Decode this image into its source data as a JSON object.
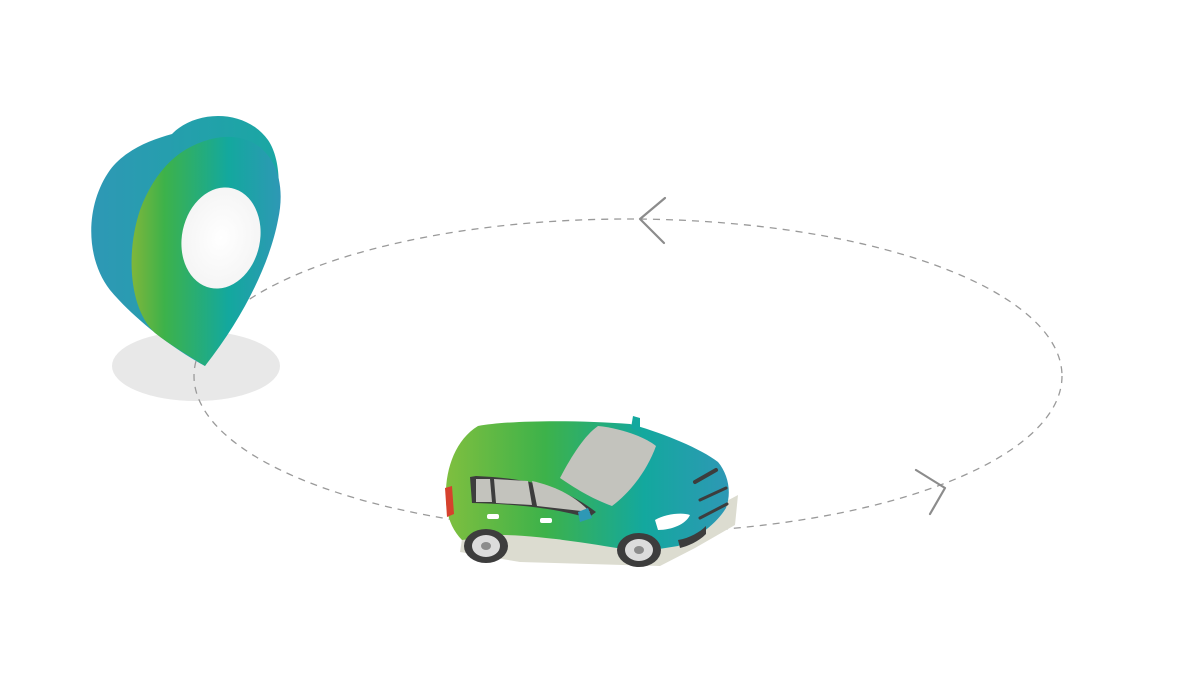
{
  "illustration": {
    "elements": [
      "location-pin",
      "pin-shadow",
      "circular-route",
      "car",
      "car-shadow",
      "direction-arrows"
    ],
    "route": {
      "style": "dashed-ellipse",
      "direction": "counter-clockwise",
      "arrows": 2
    },
    "colors": {
      "background": "#ffffff",
      "gradient_green": "#3db24a",
      "gradient_teal": "#13a89e",
      "gradient_blue": "#2e98b5",
      "route_dash": "#9a9a9a",
      "shadow": "#e8e8e8",
      "car_shadow": "#dcdcd0",
      "car_window": "#c3c3bd",
      "car_tire": "#3d3d3d",
      "tail_light": "#d6412d"
    }
  }
}
